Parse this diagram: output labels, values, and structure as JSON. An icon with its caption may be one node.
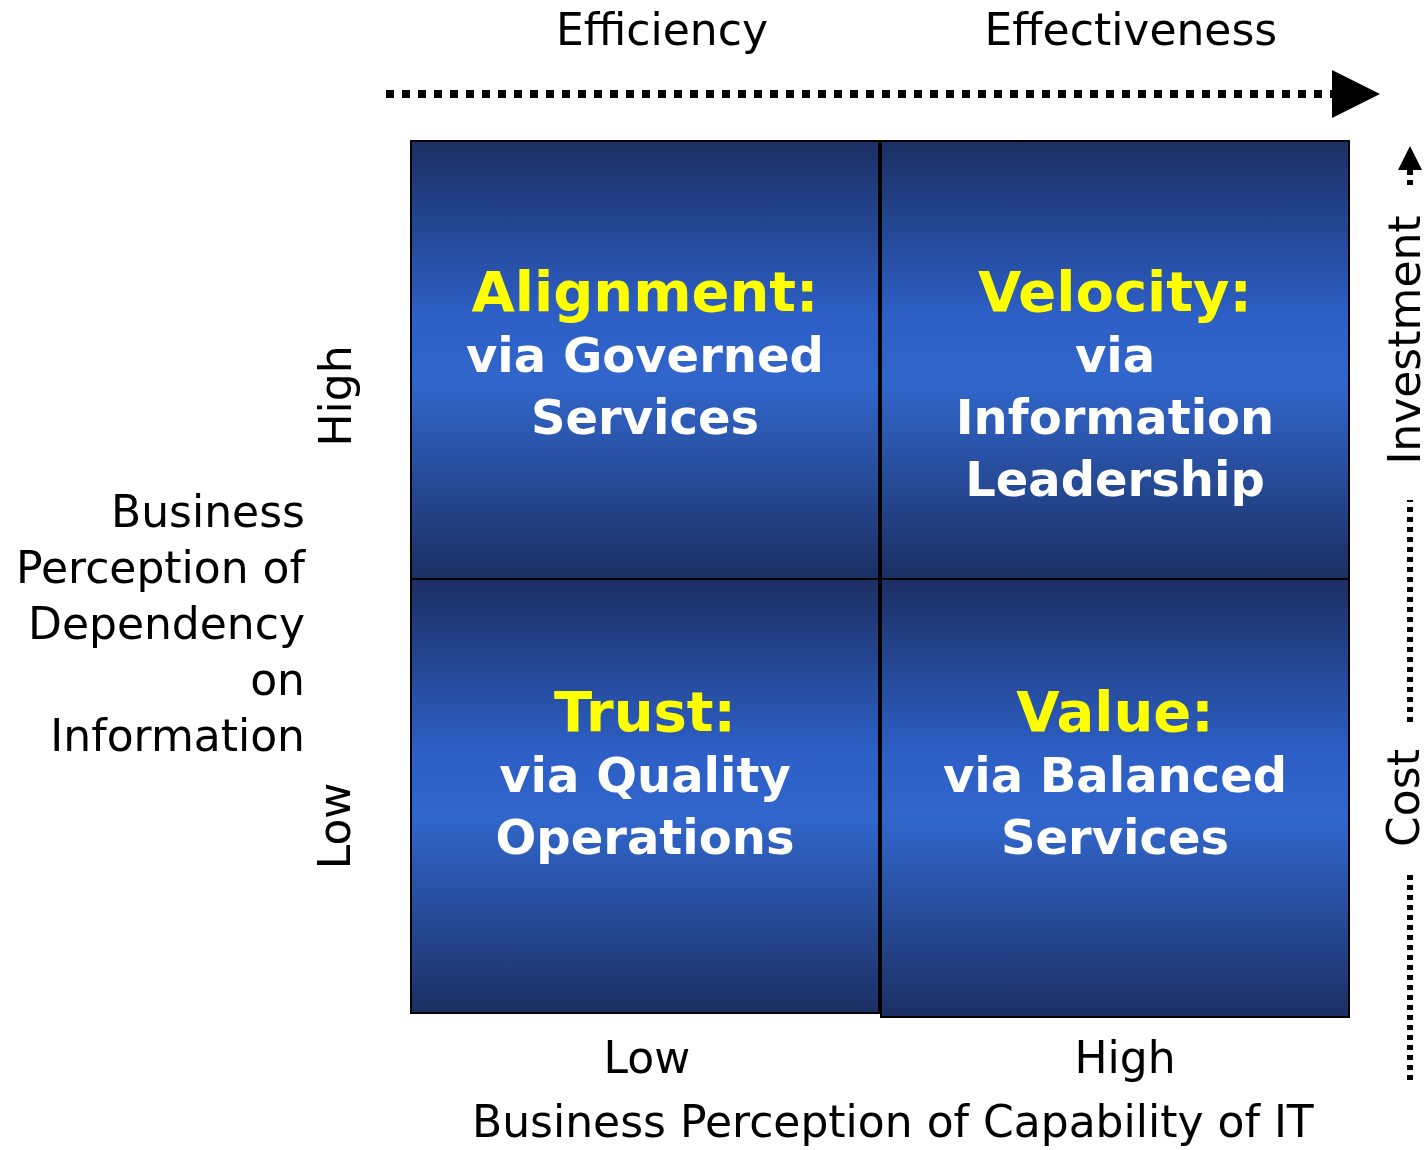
{
  "diagram": {
    "nodes": [
      {
        "text": [
          "Alignment:",
          "via Governed Services"
        ]
      },
      {
        "text": [
          "Velocity:",
          "via Information Leadership"
        ]
      },
      {
        "text": [
          "Trust:",
          "via Quality Operations"
        ]
      },
      {
        "text": [
          "Value:",
          "via Balanced Services"
        ]
      }
    ],
    "labels": [
      "Efficiency",
      "Effectiveness",
      "High",
      "Business Perception of Dependency on Information",
      "Low",
      "Investment",
      "Cost",
      "Low",
      "High",
      "Business Perception of Capability of IT"
    ]
  }
}
